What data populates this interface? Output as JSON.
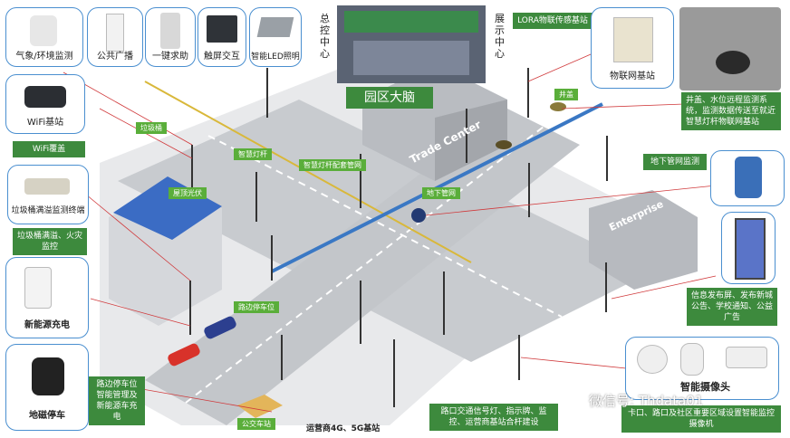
{
  "title": "园区大脑",
  "left_cards": {
    "weather": "气象/环境监测",
    "broadcast": "公共广播",
    "sos": "一键求助",
    "touch": "触屏交互",
    "led": "智能LED照明",
    "wifi": "WiFi基站",
    "bin": "垃圾桶满溢监测终端",
    "charge": "新能源充电",
    "parking": "地磁停车"
  },
  "green_boxes": {
    "wifi_cover": "WiFi覆盖",
    "bin_fire": "垃圾桶满溢、火灾监控",
    "parking_info": "路边停车位智能管理及新能源车充电",
    "lora": "LORA物联传感基站",
    "well": "井盖、水位远程监测系统，监测数据传送至就近智慧灯杆物联网基站",
    "pipe_monitor": "地下管网监测",
    "info_screen": "信息发布屏、发布新城公告、学校通知、公益广告",
    "camera": "卡口、路口及社区重要区域设置智能监控摄像机",
    "crossroad": "路口交通信号灯、指示牌、监控、运营商基站合杆建设"
  },
  "right_cards": {
    "iot": "物联网基站",
    "camera": "智能摄像头"
  },
  "scene_tags": {
    "trash": "垃圾桶",
    "pole": "智慧灯杆",
    "distribution": "智慧灯杆配套管网",
    "solar": "屋顶光伏",
    "pipe": "地下管网",
    "roadside": "路边停车位",
    "well_cover": "井盖",
    "bus": "公交车站"
  },
  "center_labels": {
    "control": "总控中心",
    "display": "展示中心",
    "operator": "运营商4G、5G基站",
    "trade": "Trade Center",
    "enterprise": "Enterprise"
  },
  "watermark": "微信号: Thdata01",
  "colors": {
    "card_border": "#4a8fd0",
    "green": "#3d8a3d",
    "tag_green": "#5aae3a",
    "road": "#c9ccd0",
    "pipe": "#3a78c4"
  }
}
